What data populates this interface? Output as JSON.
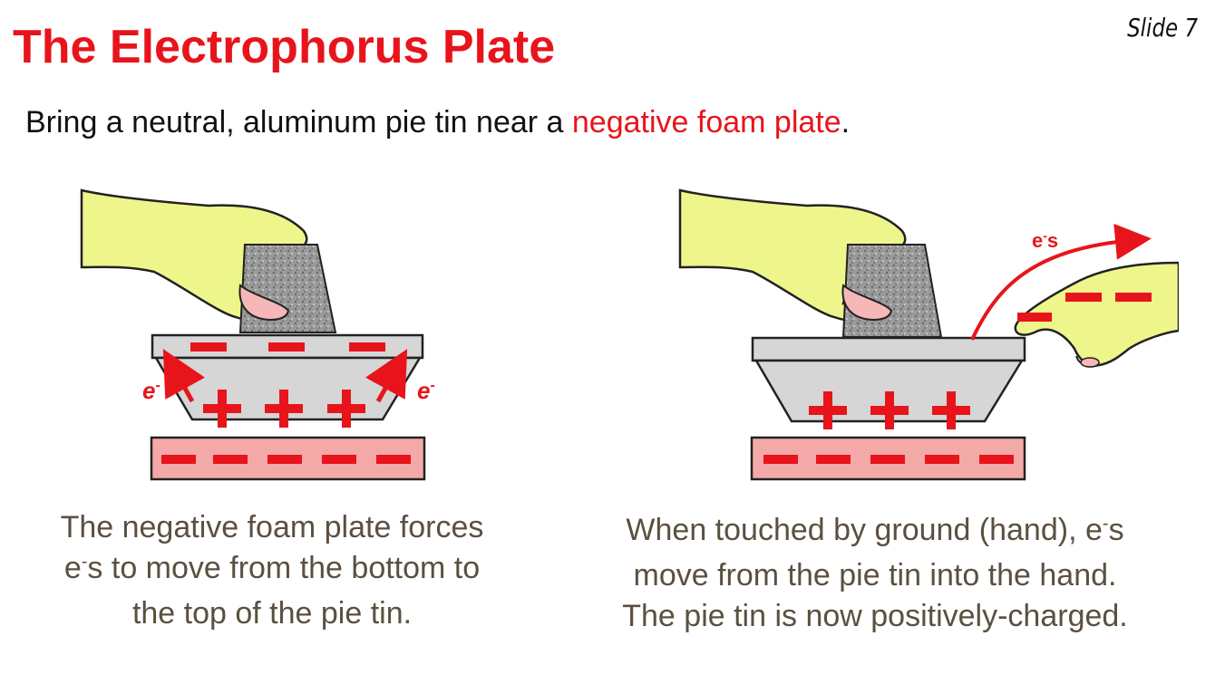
{
  "slide": {
    "label": "Slide 7",
    "title": "The Electrophorus Plate"
  },
  "intro": {
    "text_before": "Bring a neutral, aluminum pie tin near a ",
    "highlight": "negative foam plate",
    "text_after": "."
  },
  "left_diagram": {
    "electron_label_left": "e",
    "electron_label_right": "e",
    "electron_sup": "-",
    "caption_line1": "The negative foam plate forces",
    "caption_line2_e": "e",
    "caption_line2_sup": "-",
    "caption_line2_rest": "s to move from the bottom to",
    "caption_line3": "the top of the pie tin."
  },
  "right_diagram": {
    "electron_label": "e",
    "electron_sup": "-",
    "electron_suffix": "s",
    "caption_line1_before": "When touched by ground (hand), e",
    "caption_line1_sup": "-",
    "caption_line1_after": "s",
    "caption_line2": "move from the pie tin into the hand.",
    "caption_line3": "The pie tin is now positively-charged."
  },
  "colors": {
    "title_red": "#e8141b",
    "charge_red": "#e8141b",
    "hand_yellow": "#eef58a",
    "tin_gray": "#d6d6d6",
    "foam_pink": "#f4a9a9",
    "caption_brown": "#5b5040"
  }
}
